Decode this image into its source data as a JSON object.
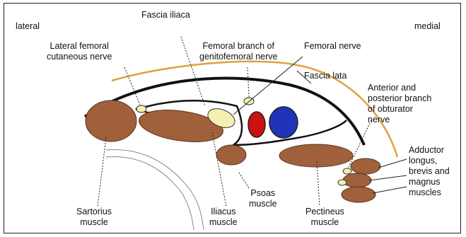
{
  "orientation": {
    "left": "lateral",
    "right": "medial"
  },
  "labels": {
    "fascia_iliaca": "Fascia iliaca",
    "lateral_femoral_cutaneous_nerve": "Lateral femoral\ncutaneous nerve",
    "femoral_branch_genitofemoral": "Femoral branch of\ngenitofemoral nerve",
    "femoral_nerve": "Femoral nerve",
    "fascia_lata": "Fascia lata",
    "obturator_nerve_branches": "Anterior and\nposterior branch\nof obturator\nnerve",
    "adductor_muscles": "Adductor\nlongus,\nbrevis and\nmagnus\nmuscles",
    "sartorius_muscle": "Sartorius\nmuscle",
    "iliacus_muscle": "Iliacus\nmuscle",
    "psoas_muscle": "Psoas\nmuscle",
    "pectineus_muscle": "Pectineus\nmuscle"
  },
  "colors": {
    "muscle": "#a0603c",
    "muscle_stroke": "#5a3420",
    "fascia_lata": "#e0a040",
    "fascia_iliaca": "#111111",
    "nerve": "#f4f0b0",
    "artery": "#cc1111",
    "vein": "#2233bb"
  }
}
